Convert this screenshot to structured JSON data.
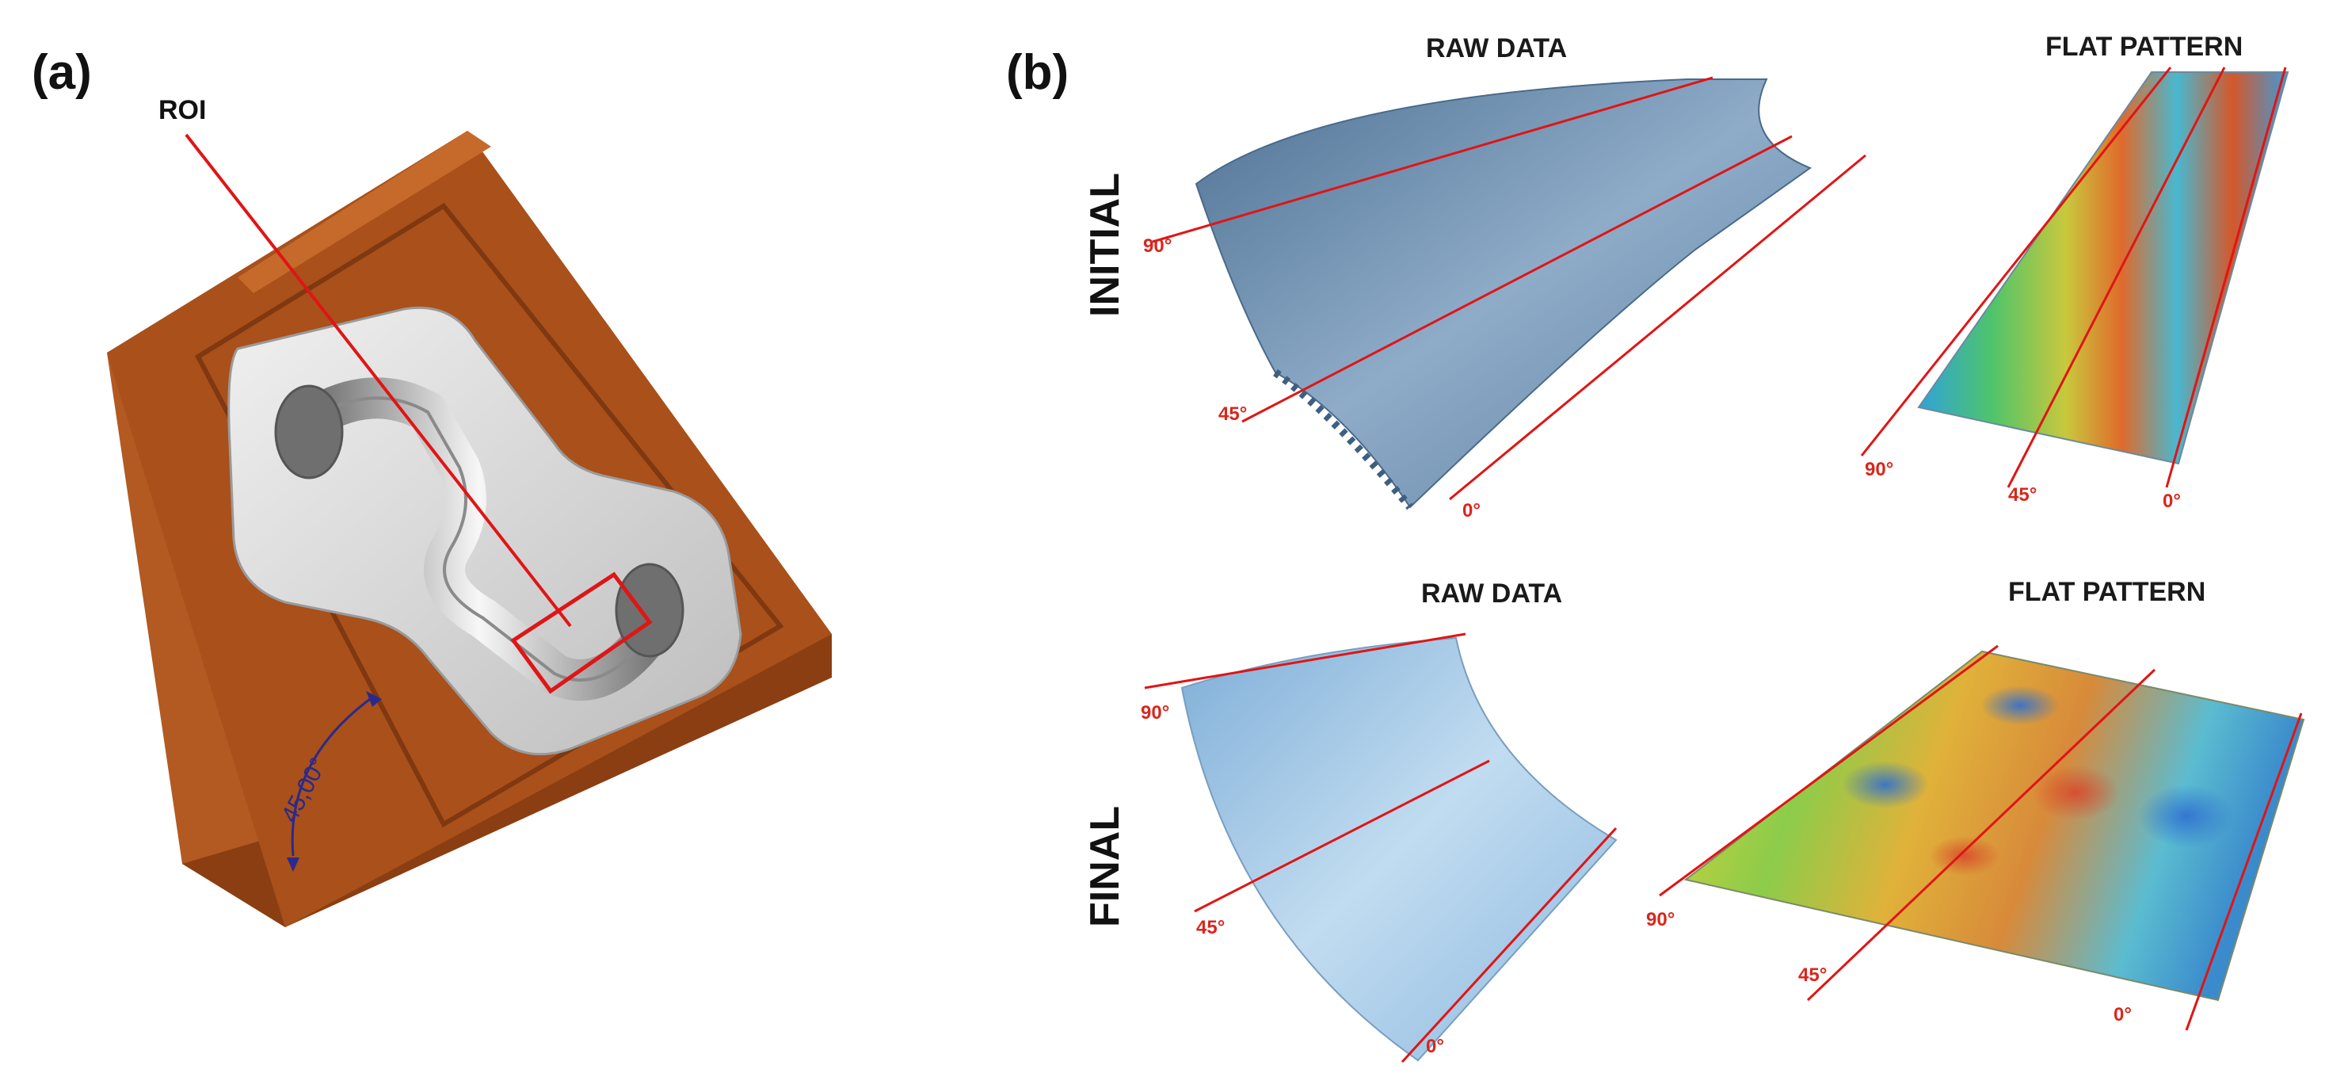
{
  "panels": {
    "a": {
      "label": "(a)",
      "roi_label": "ROI",
      "dimension": "45,00°",
      "colors": {
        "body": "#a9501b",
        "body_dark": "#8a3e12",
        "body_light": "#c56a2a",
        "plate": "#d9d9d9",
        "callout": "#e01515",
        "dimension": "#2a2a8a"
      }
    },
    "b": {
      "label": "(b)",
      "rows": {
        "initial": "INITIAL",
        "final": "FINAL"
      },
      "headings": {
        "initial_raw": "RAW DATA",
        "initial_flat": "FLAT PATTERN",
        "final_raw": "RAW DATA",
        "final_flat": "FLAT PATTERN"
      },
      "angles": {
        "initial_raw": [
          "90°",
          "45°",
          "0°"
        ],
        "initial_flat": [
          "90°",
          "45°",
          "0°"
        ],
        "final_raw": [
          "90°",
          "45°",
          "0°"
        ],
        "final_flat": [
          "90°",
          "45°",
          "0°"
        ]
      },
      "colors": {
        "raw_initial": "#7796b4",
        "raw_final": "#a9cbe8",
        "guide_line": "#e01515"
      }
    }
  }
}
